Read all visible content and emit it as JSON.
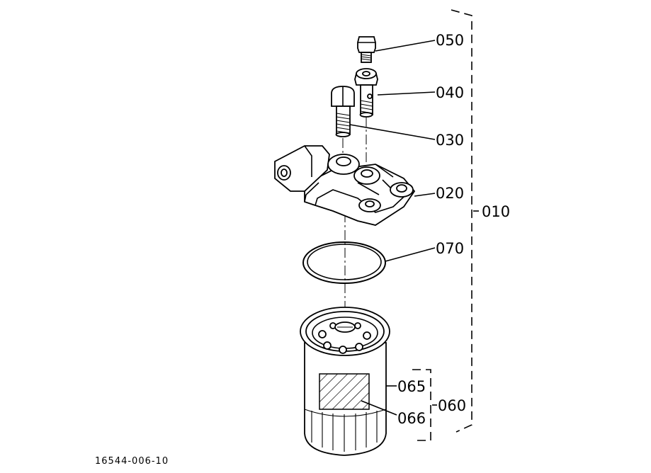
{
  "figure_number": "16544-006-10",
  "labels": {
    "p050": "050",
    "p040": "040",
    "p030": "030",
    "p020": "020",
    "p010": "010",
    "p070": "070",
    "p065": "065",
    "p066": "066",
    "p060": "060"
  },
  "parts": [
    {
      "key": "p050",
      "depicts": "small hex bolt"
    },
    {
      "key": "p040",
      "depicts": "hollow banjo bolt"
    },
    {
      "key": "p030",
      "depicts": "hex bolt"
    },
    {
      "key": "p020",
      "depicts": "filter head bracket"
    },
    {
      "key": "p070",
      "depicts": "o-ring"
    },
    {
      "key": "p060",
      "depicts": "filter cartridge assembly"
    },
    {
      "key": "p065",
      "depicts": "filter body"
    },
    {
      "key": "p066",
      "depicts": "filter element"
    },
    {
      "key": "p010",
      "depicts": "complete fuel filter assembly"
    }
  ]
}
